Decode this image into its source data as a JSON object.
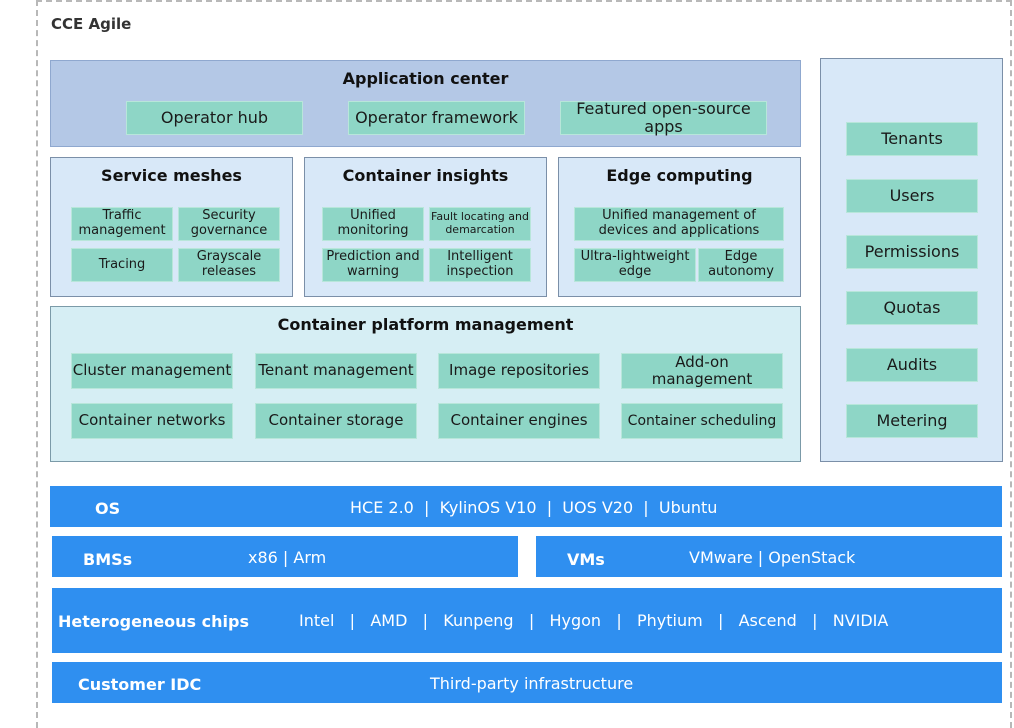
{
  "frame_title": "CCE Agile",
  "app_center": {
    "title": "Application center",
    "items": [
      "Operator hub",
      "Operator framework",
      "Featured open-source apps"
    ]
  },
  "service_meshes": {
    "title": "Service meshes",
    "items": [
      "Traffic management",
      "Security governance",
      "Tracing",
      "Grayscale releases"
    ]
  },
  "container_insights": {
    "title": "Container insights",
    "items": [
      "Unified monitoring",
      "Fault locating and demarcation",
      "Prediction and warning",
      "Intelligent inspection"
    ]
  },
  "edge_computing": {
    "title": "Edge computing",
    "items": [
      "Unified management of devices and applications",
      "Ultra-lightweight edge",
      "Edge autonomy"
    ]
  },
  "platform_mgmt": {
    "title": "Container platform management",
    "items": [
      "Cluster management",
      "Tenant management",
      "Image repositories",
      "Add-on management",
      "Container networks",
      "Container storage",
      "Container engines",
      "Container scheduling"
    ]
  },
  "side_panel": {
    "items": [
      "Tenants",
      "Users",
      "Permissions",
      "Quotas",
      "Audits",
      "Metering"
    ]
  },
  "os_bar": {
    "label": "OS",
    "value": "HCE 2.0  |  KylinOS V10  |  UOS V20  |  Ubuntu"
  },
  "bms_bar": {
    "label": "BMSs",
    "value": "x86 | Arm"
  },
  "vm_bar": {
    "label": "VMs",
    "value": "VMware | OpenStack"
  },
  "chips_bar": {
    "label": "Heterogeneous chips",
    "value": "Intel   |   AMD   |   Kunpeng   |   Hygon   |   Phytium   |   Ascend   |   NVIDIA"
  },
  "idc_bar": {
    "label": "Customer IDC",
    "value": "Third-party infrastructure"
  },
  "colors": {
    "app_center_bg": "#b4c8e6",
    "section_bg": "#d8e8f8",
    "platform_bg": "#d6eef4",
    "chip_bg": "#8ed6c6",
    "bar_bg": "#2f8ff0"
  }
}
